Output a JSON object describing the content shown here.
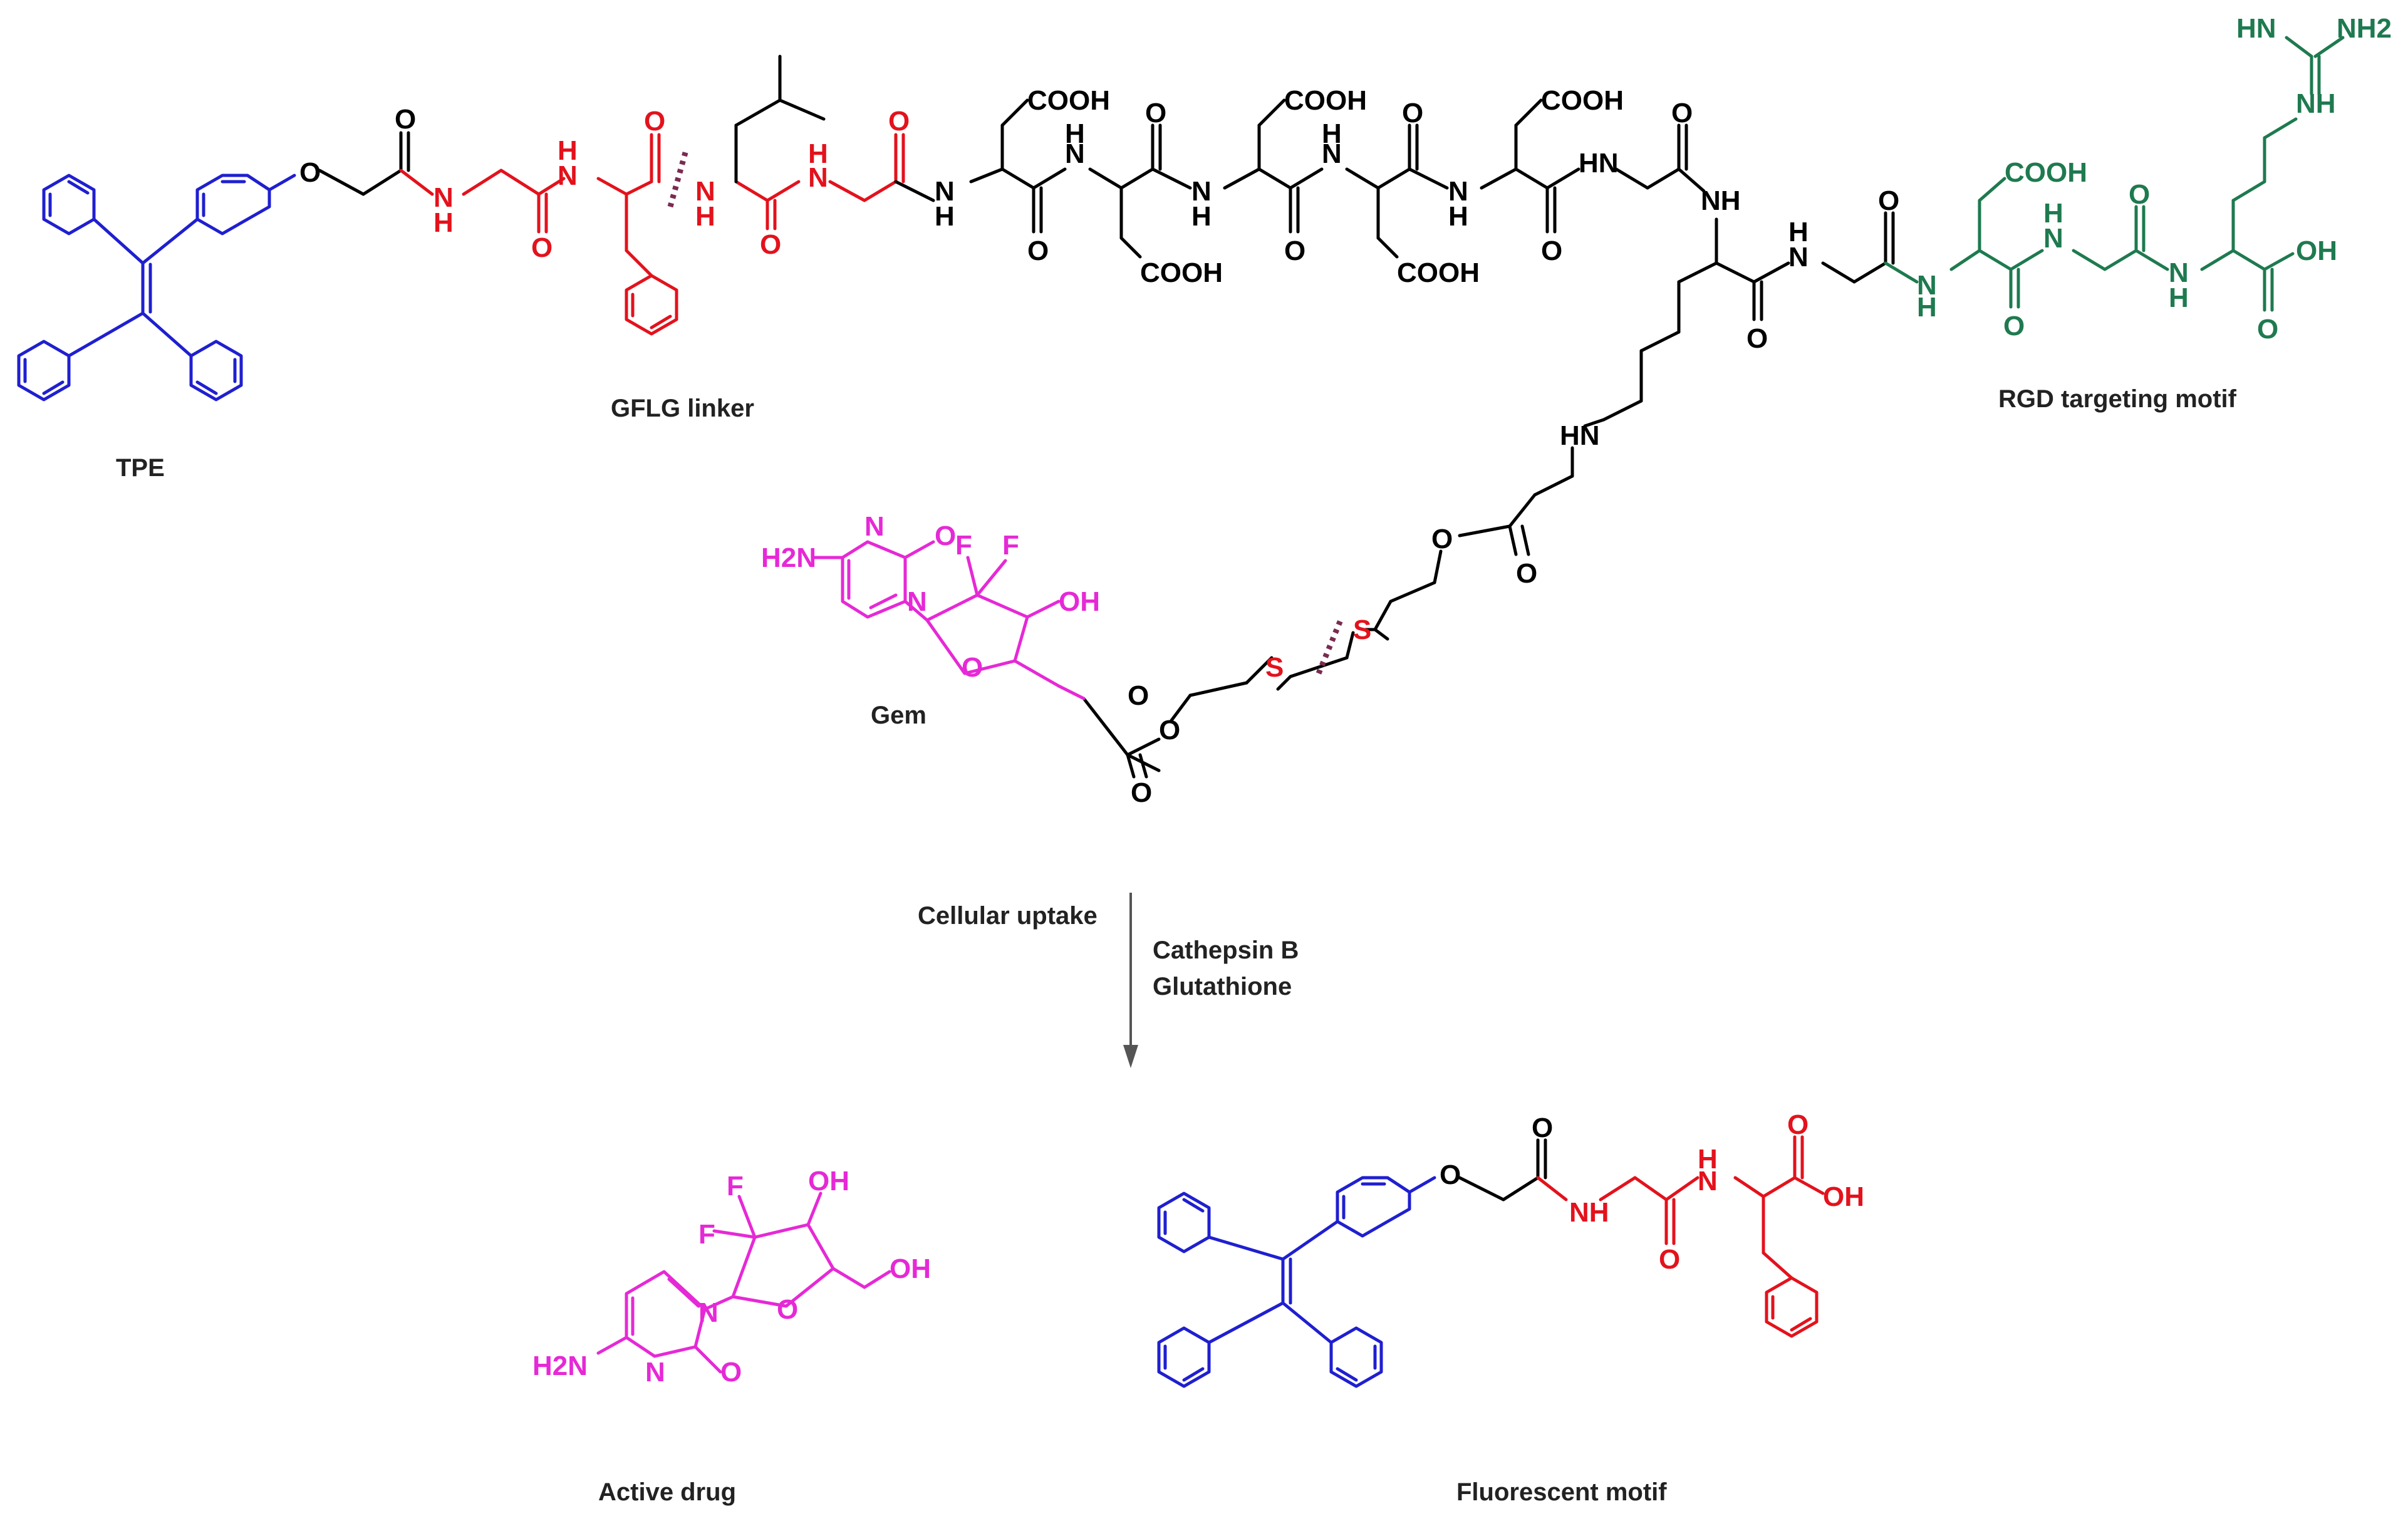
{
  "labels": {
    "tpe": "TPE",
    "gflg_linker": "GFLG linker",
    "rgd_motif": "RGD targeting motif",
    "gem": "Gem",
    "cellular_uptake": "Cellular uptake",
    "cathepsin_b": "Cathepsin B",
    "glutathione": "Glutathione",
    "active_drug": "Active drug",
    "fluorescent_motif": "Fluorescent motif"
  },
  "atoms": {
    "O": "O",
    "N": "N",
    "NH": "NH",
    "H": "H",
    "HN": "HN",
    "S": "S",
    "F": "F",
    "OH": "OH",
    "COOH": "COOH",
    "NH2": "NH2",
    "H2N": "H2N"
  },
  "colors": {
    "tpe": "#1f1fd0",
    "gflg": "#e3121c",
    "backbone": "#000000",
    "rgd": "#1e7a4f",
    "gem": "#e629d6",
    "cleavage_mark": "#7a2b52",
    "arrow": "#555555"
  }
}
